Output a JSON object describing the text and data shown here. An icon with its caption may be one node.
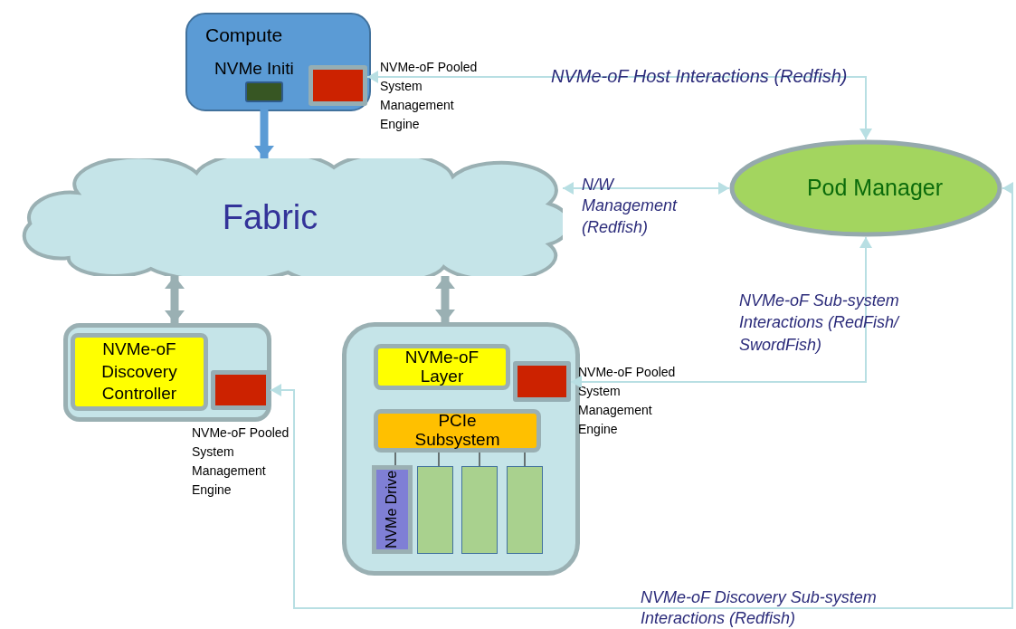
{
  "diagram": {
    "nodes": [
      {
        "text": [
          "Compute",
          "NVMe Initi"
        ]
      },
      {
        "text": [],
        "shape": "box",
        "in": 0
      },
      {
        "text": [],
        "shape": "box",
        "in": 0,
        "beside": [
          "NVMe-oF Pooled System Management Engine"
        ]
      },
      {
        "text": [
          "Fabric"
        ]
      },
      {
        "text": [
          "Pod Manager"
        ]
      },
      {
        "text": [],
        "shape": "box"
      },
      {
        "text": [
          "NVMe-oF Discovery Controller"
        ],
        "in": 5
      },
      {
        "text": [],
        "shape": "box",
        "in": 5,
        "beside": [
          "NVMe-oF Pooled System Management Engine"
        ]
      },
      {
        "text": [],
        "shape": "box"
      },
      {
        "text": [
          "NVMe-oF Layer"
        ],
        "in": 8
      },
      {
        "text": [],
        "shape": "box",
        "in": 8,
        "beside": [
          "NVMe-oF Pooled System Management Engine"
        ]
      },
      {
        "text": [
          "PCIe Subsystem"
        ],
        "in": 8
      },
      {
        "text": [
          "NVMe Drive"
        ],
        "in": 8
      },
      {
        "text": [],
        "shape": "bar",
        "in": 8
      },
      {
        "text": [],
        "shape": "bar",
        "in": 8
      },
      {
        "text": [],
        "shape": "bar",
        "in": 8
      }
    ],
    "edges": [
      {
        "from": 1,
        "to": 3,
        "arrow": "to",
        "style": "thick",
        "color": "#5b9bd5"
      },
      {
        "from": 4,
        "to": 2,
        "arrow": "both",
        "label": "NVMe-oF Host Interactions (Redfish)"
      },
      {
        "from": 3,
        "to": 4,
        "arrow": "both",
        "label": "N/W Management (Redfish)"
      },
      {
        "from": 4,
        "to": 10,
        "arrow": "both",
        "label": "NVMe-oF Sub-system Interactions (RedFish/ SwordFish)"
      },
      {
        "from": 3,
        "to": 5,
        "arrow": "both",
        "style": "thick",
        "color": "#9ab0b3"
      },
      {
        "from": 3,
        "to": 8,
        "arrow": "both",
        "style": "thick",
        "color": "#9ab0b3"
      },
      {
        "from": 4,
        "to": 7,
        "arrow": "both",
        "label": "NVMe-oF Discovery Sub-system Interactions (Redfish)"
      },
      {
        "from": 11,
        "to": 12,
        "arrow": "none",
        "color": "#333333"
      },
      {
        "from": 11,
        "to": 13,
        "arrow": "none",
        "color": "#333333"
      },
      {
        "from": 11,
        "to": 14,
        "arrow": "none",
        "color": "#333333"
      },
      {
        "from": 11,
        "to": 15,
        "arrow": "none",
        "color": "#333333"
      }
    ]
  }
}
